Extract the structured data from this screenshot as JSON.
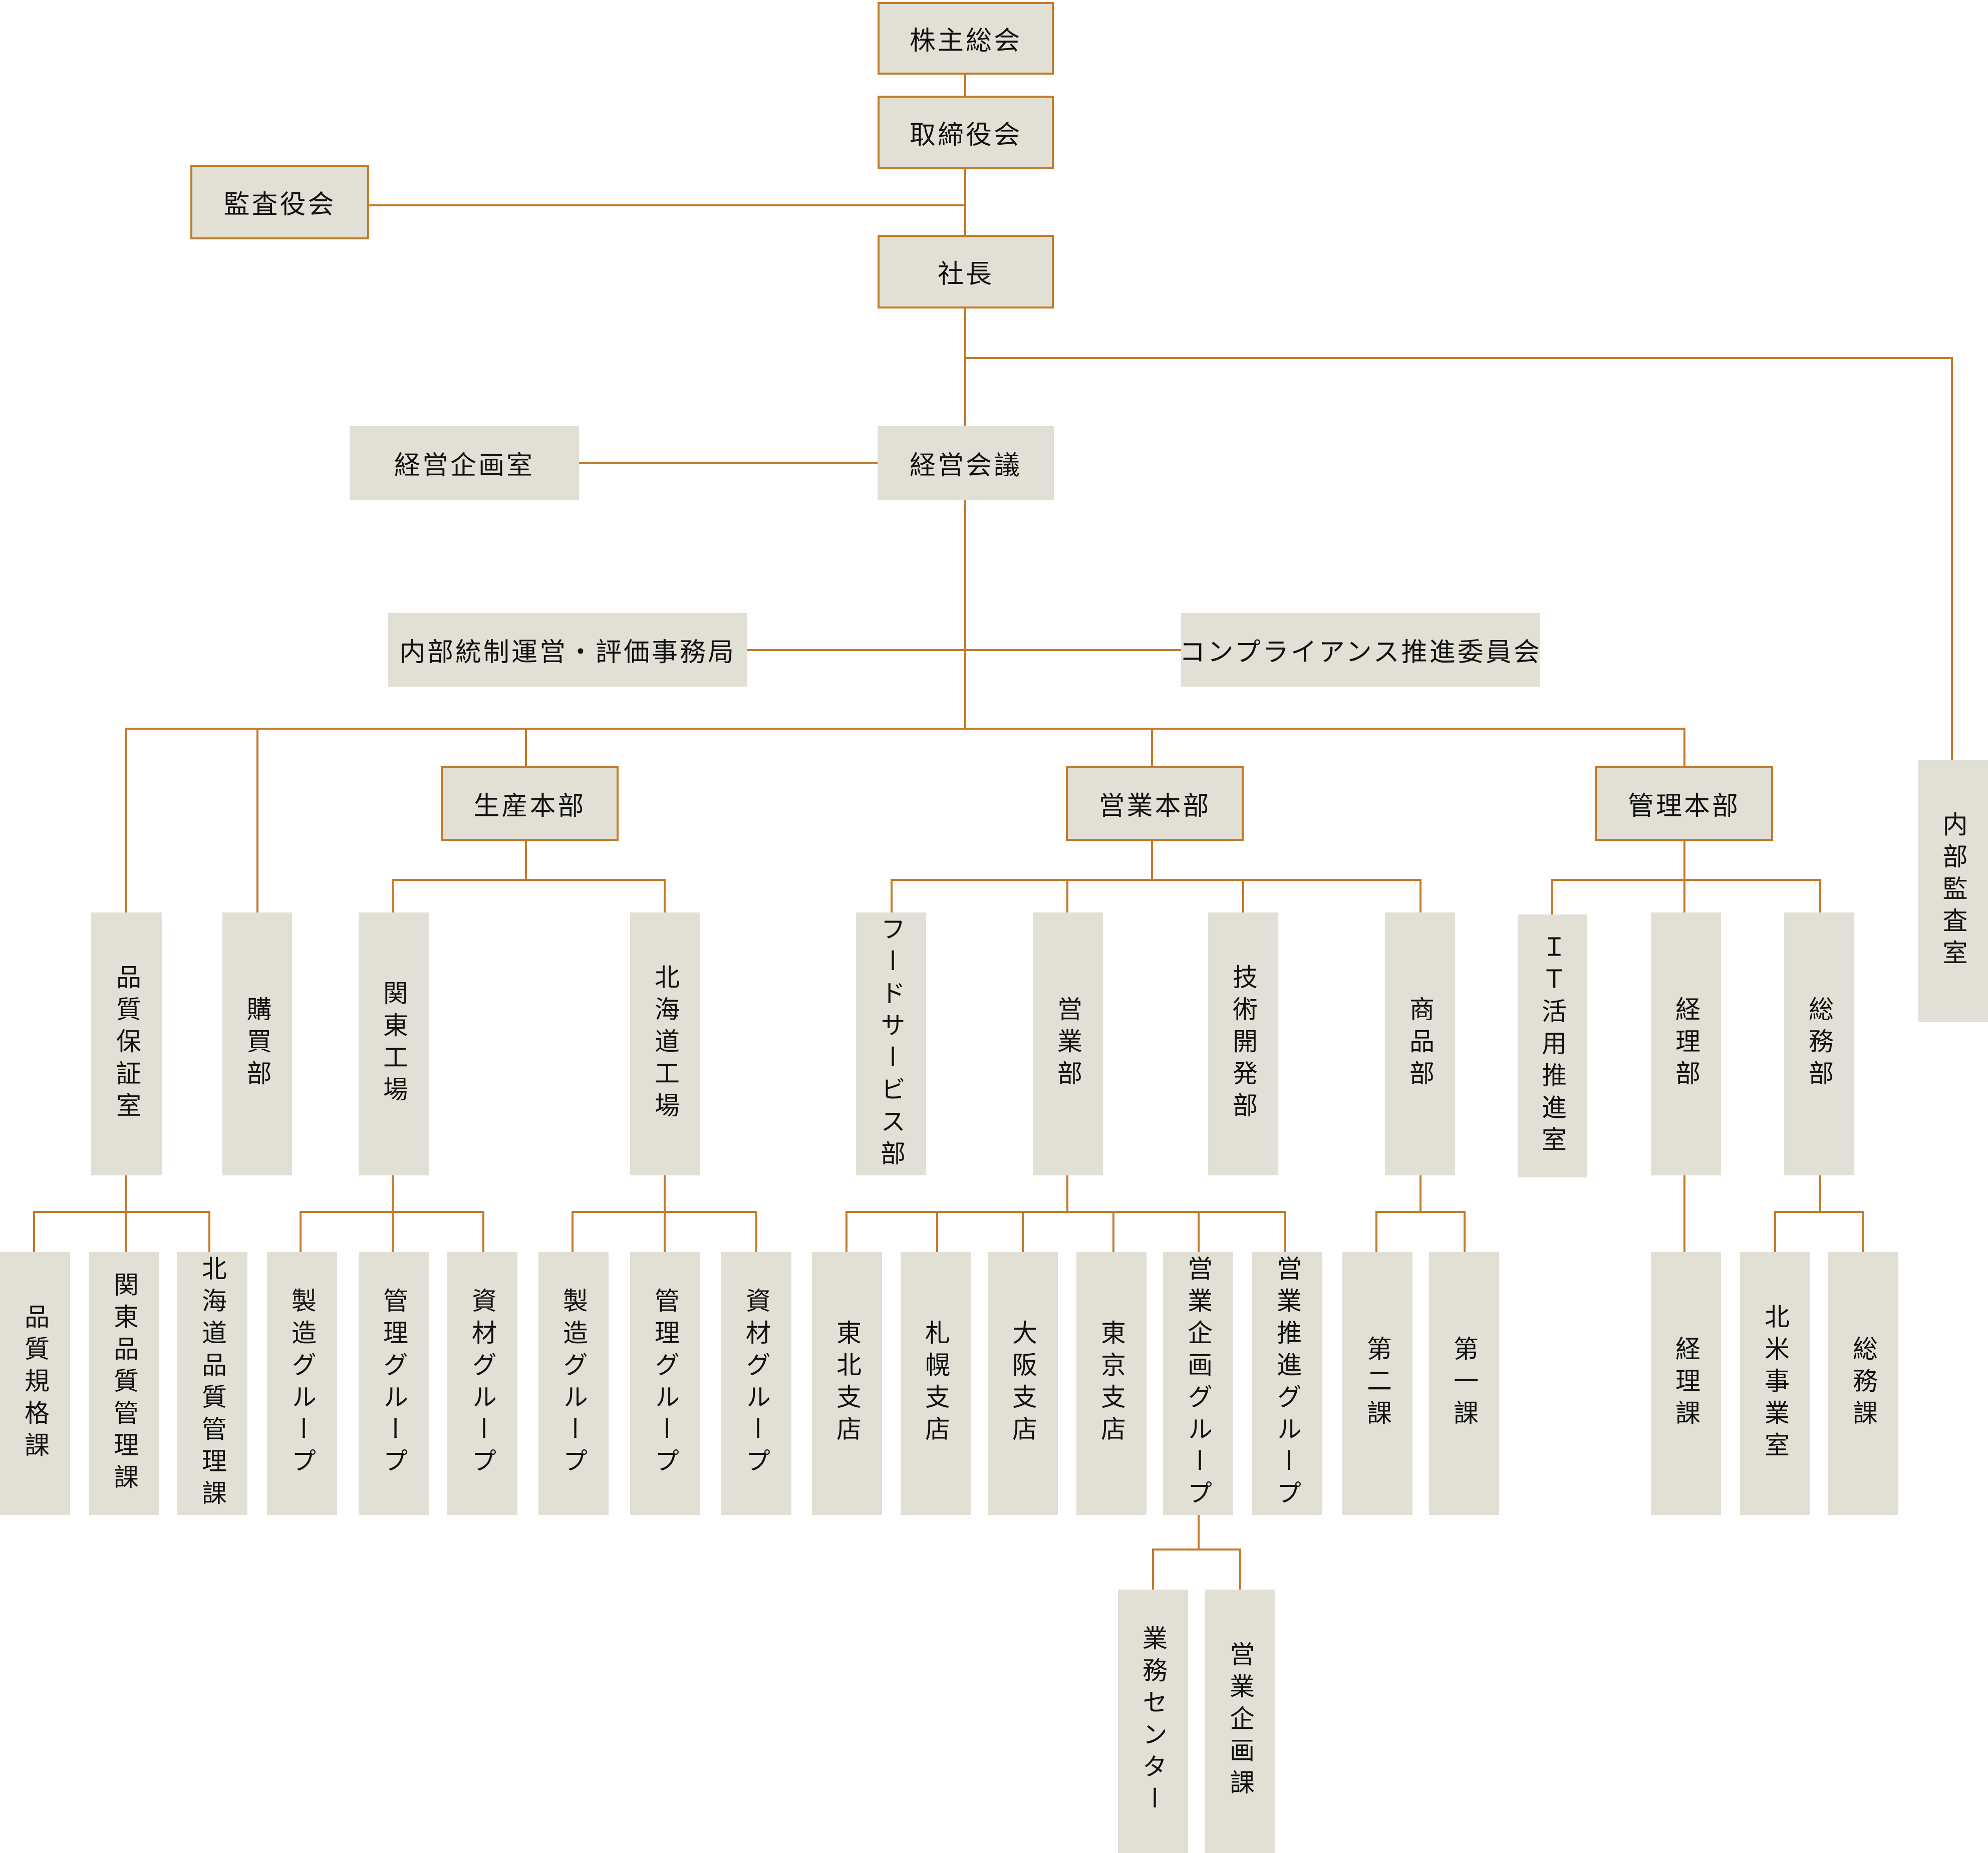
{
  "colors": {
    "box_fill": "#e2dfd5",
    "line": "#c47a2b",
    "border": "#c47a2b"
  },
  "org": {
    "shareholders": "株主総会",
    "board": "取締役会",
    "auditors": "監査役会",
    "president": "社長",
    "management_meeting": "経営会議",
    "corporate_planning": "経営企画室",
    "internal_control_office": "内部統制運営・評価事務局",
    "compliance_committee": "コンプライアンス推進委員会",
    "internal_audit": "内部監査室",
    "quality_assurance": "品質保証室",
    "qa_standards": "品質規格課",
    "qa_kanto": "関東品質管理課",
    "qa_hokkaido": "北海道品質管理課",
    "purchasing": "購買部",
    "production_hq": "生産本部",
    "kanto_plant": "関東工場",
    "kanto_manufacturing": "製造グループ",
    "kanto_management": "管理グループ",
    "kanto_materials": "資材グループ",
    "hokkaido_plant": "北海道工場",
    "hokkaido_manufacturing": "製造グループ",
    "hokkaido_management": "管理グループ",
    "hokkaido_materials": "資材グループ",
    "sales_hq": "営業本部",
    "food_service": "フードサービス部",
    "sales_dept": "営業部",
    "tohoku_branch": "東北支店",
    "sapporo_branch": "札幌支店",
    "osaka_branch": "大阪支店",
    "tokyo_branch": "東京支店",
    "sales_planning_group": "営業企画グループ",
    "operations_center": "業務センター",
    "sales_planning_section": "営業企画課",
    "sales_promotion_group": "営業推進グループ",
    "rnd": "技術開発部",
    "products_dept": "商品部",
    "section_2": "第二課",
    "section_1": "第一課",
    "admin_hq": "管理本部",
    "it_promotion": "ＩＴ活用推進室",
    "accounting_dept": "経理部",
    "accounting_section": "経理課",
    "general_affairs_dept": "総務部",
    "north_america": "北米事業室",
    "general_affairs_section": "総務課"
  }
}
